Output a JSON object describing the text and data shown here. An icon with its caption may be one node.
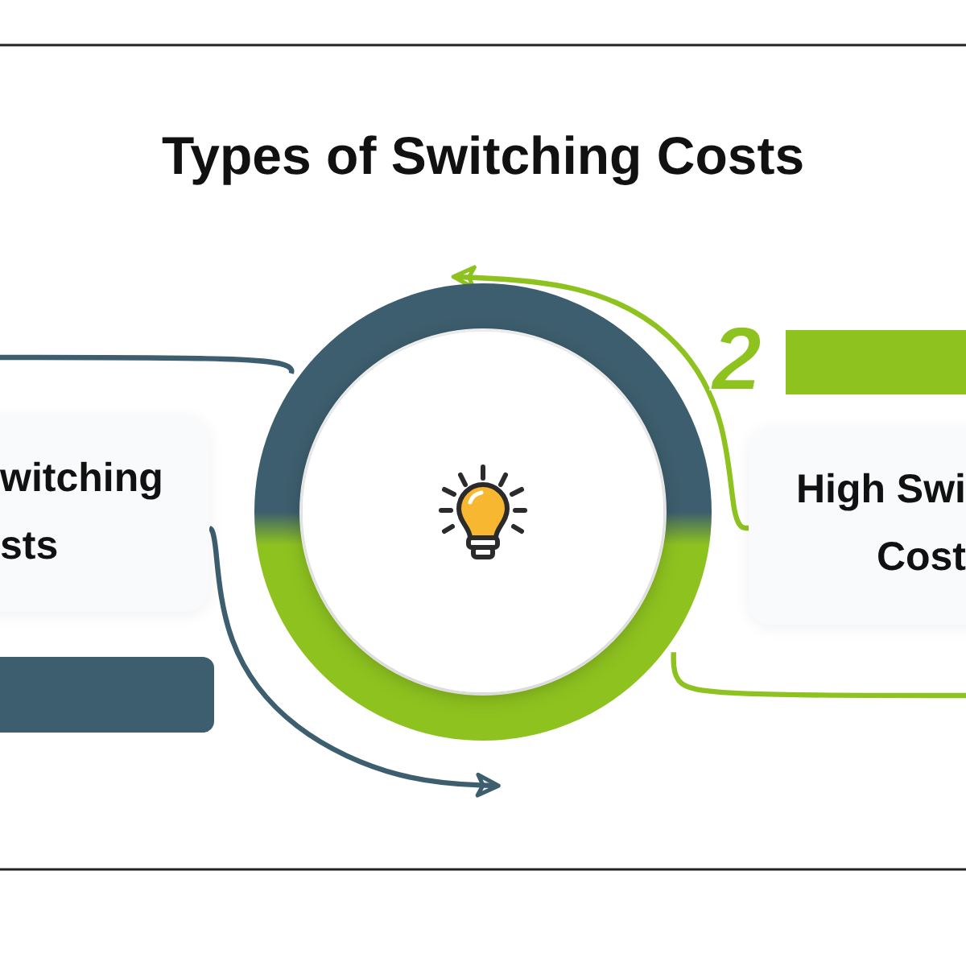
{
  "diagram": {
    "title": "Types of Switching Costs",
    "nodes": [
      {
        "text": [
          "witching sts"
        ]
      },
      {
        "text": [],
        "shape": "circle"
      },
      {
        "text": [
          "High Swi Cost"
        ]
      },
      {
        "text": [],
        "shape": "bar"
      },
      {
        "text": [],
        "shape": "bar"
      }
    ],
    "edges": [
      {
        "from": 0,
        "to": null,
        "arrow": "to"
      },
      {
        "from": 2,
        "to": 1,
        "arrow": "to",
        "color": "#8dc21f"
      },
      {
        "from": null,
        "to": 1,
        "arrow": "none"
      },
      {
        "from": null,
        "to": 1,
        "arrow": "none",
        "color": "#8dc21f"
      }
    ],
    "labels": [
      "2"
    ]
  }
}
